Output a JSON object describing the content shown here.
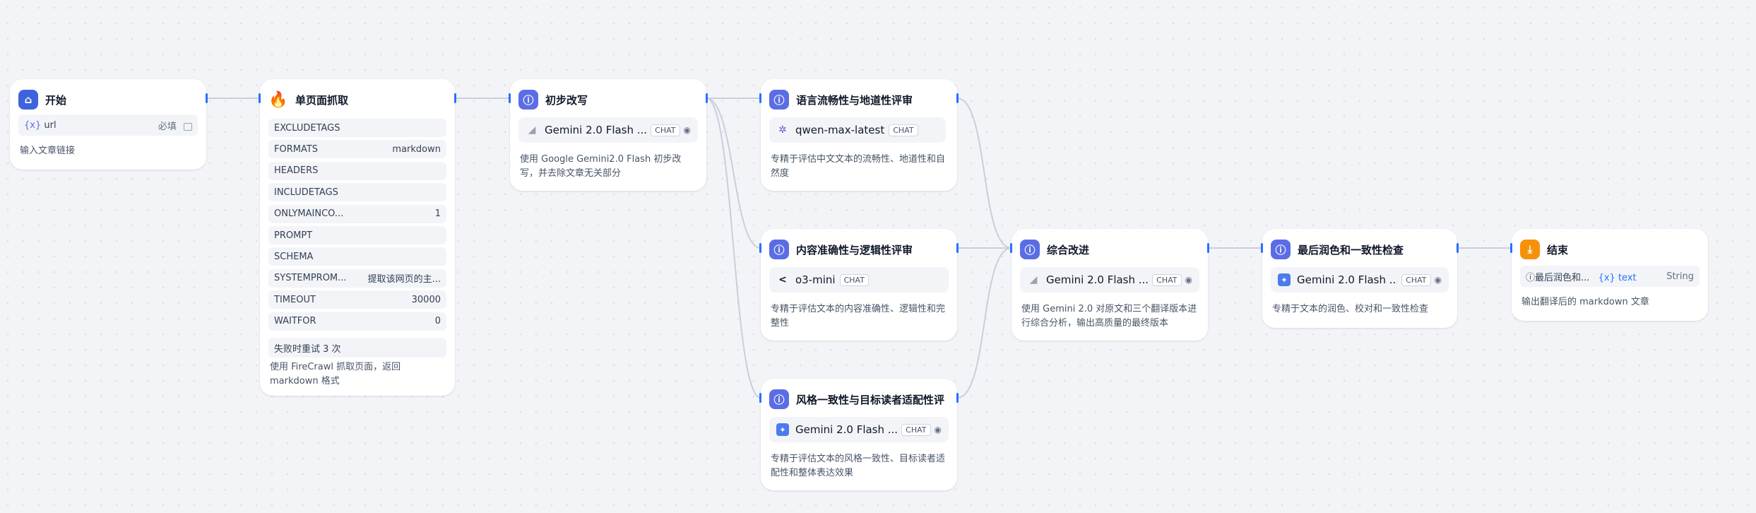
{
  "nodes": {
    "start": {
      "title": "开始",
      "var_icon": "{x}",
      "var_name": "url",
      "required": "必填",
      "required_icon": "field-type-icon",
      "desc": "输入文章链接"
    },
    "scrape": {
      "title": "单页面抓取",
      "params": [
        {
          "key": "EXCLUDETAGS",
          "value": ""
        },
        {
          "key": "FORMATS",
          "value": "markdown"
        },
        {
          "key": "HEADERS",
          "value": ""
        },
        {
          "key": "INCLUDETAGS",
          "value": ""
        },
        {
          "key": "ONLYMAINCO...",
          "value": "1"
        },
        {
          "key": "PROMPT",
          "value": ""
        },
        {
          "key": "SCHEMA",
          "value": ""
        },
        {
          "key": "SYSTEMPROM...",
          "value": "提取该网页的主..."
        },
        {
          "key": "TIMEOUT",
          "value": "30000"
        },
        {
          "key": "WAITFOR",
          "value": "0"
        }
      ],
      "retry": "失败时重试 3 次",
      "desc": "使用 FireCrawl 抓取页面，返回 markdown 格式"
    },
    "rewrite": {
      "title": "初步改写",
      "model": "Gemini 2.0 Flash ...",
      "chat": "CHAT",
      "desc": "使用 Google Gemini2.0 Flash 初步改写，并去除文章无关部分"
    },
    "fluency": {
      "title": "语言流畅性与地道性评审",
      "model": "qwen-max-latest",
      "chat": "CHAT",
      "desc": "专精于评估中文文本的流畅性、地道性和自然度"
    },
    "accuracy": {
      "title": "内容准确性与逻辑性评审",
      "model": "o3-mini",
      "chat": "CHAT",
      "desc": "专精于评估文本的内容准确性、逻辑性和完整性"
    },
    "style": {
      "title": "风格一致性与目标读者适配性评",
      "model": "Gemini 2.0 Flash ...",
      "chat": "CHAT",
      "desc": "专精于评估文本的风格一致性、目标读者适配性和整体表达效果"
    },
    "synth": {
      "title": "综合改进",
      "model": "Gemini 2.0 Flash ...",
      "chat": "CHAT",
      "desc": "使用 Gemini 2.0 对原文和三个翻译版本进行综合分析，输出高质量的最终版本"
    },
    "polish": {
      "title": "最后润色和一致性检查",
      "model": "Gemini 2.0 Flash ...",
      "chat": "CHAT",
      "desc": "专精于文本的润色、校对和一致性检查"
    },
    "end": {
      "title": "结束",
      "var_source": "最后润色和...",
      "var_icon": "{x}",
      "var_name": "text",
      "var_type": "String",
      "desc": "输出翻译后的 markdown 文章"
    }
  },
  "colors": {
    "canvas": "#f2f4f7",
    "node_icon": "#5b6de5",
    "start_icon": "#3e63dd",
    "end_icon": "#f79009",
    "handle": "#2970ff",
    "edge": "#c9cfda"
  }
}
